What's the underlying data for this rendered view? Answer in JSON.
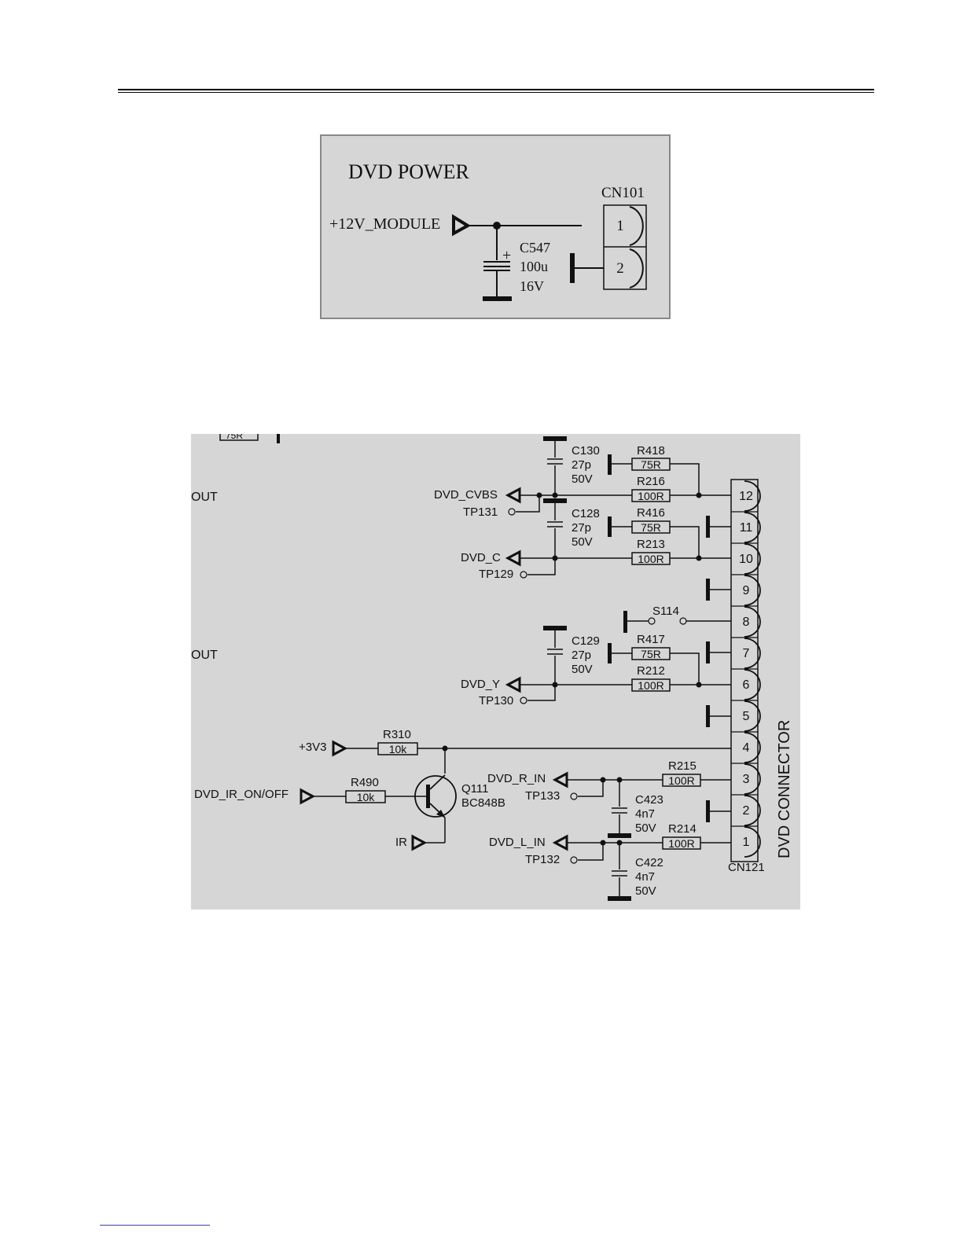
{
  "power": {
    "title": "DVD POWER",
    "supply": "+12V_MODULE",
    "connector": "CN101",
    "pins": [
      "1",
      "2"
    ],
    "cap": {
      "ref": "C547",
      "value": "100u",
      "voltage": "16V",
      "plus": "+"
    }
  },
  "dvd": {
    "cut_left": [
      "OUT",
      "OUT"
    ],
    "connector_ref": "CN121",
    "connector_name": "DVD CONNECTOR",
    "pins": [
      "12",
      "11",
      "10",
      "9",
      "8",
      "7",
      "6",
      "5",
      "4",
      "3",
      "2",
      "1"
    ],
    "signals": {
      "cvbs": "DVD_CVBS",
      "c": "DVD_C",
      "y": "DVD_Y",
      "r_in": "DVD_R_IN",
      "l_in": "DVD_L_IN",
      "v3v3": "+3V3",
      "ir_onoff": "DVD_IR_ON/OFF",
      "ir": "IR"
    },
    "testpoints": {
      "tp131": "TP131",
      "tp129": "TP129",
      "tp130": "TP130",
      "tp133": "TP133",
      "tp132": "TP132"
    },
    "resistors": {
      "r418": {
        "ref": "R418",
        "value": "75R"
      },
      "r216": {
        "ref": "R216",
        "value": "100R"
      },
      "r416": {
        "ref": "R416",
        "value": "75R"
      },
      "r213": {
        "ref": "R213",
        "value": "100R"
      },
      "r417": {
        "ref": "R417",
        "value": "75R"
      },
      "r212": {
        "ref": "R212",
        "value": "100R"
      },
      "r310": {
        "ref": "R310",
        "value": "10k"
      },
      "r490": {
        "ref": "R490",
        "value": "10k"
      },
      "r215": {
        "ref": "R215",
        "value": "100R"
      },
      "r214": {
        "ref": "R214",
        "value": "100R"
      }
    },
    "caps": {
      "c130": {
        "ref": "C130",
        "value": "27p",
        "voltage": "50V"
      },
      "c128": {
        "ref": "C128",
        "value": "27p",
        "voltage": "50V"
      },
      "c129": {
        "ref": "C129",
        "value": "27p",
        "voltage": "50V"
      },
      "c423": {
        "ref": "C423",
        "value": "4n7",
        "voltage": "50V"
      },
      "c422": {
        "ref": "C422",
        "value": "4n7",
        "voltage": "50V"
      }
    },
    "switch": "S114",
    "transistor": {
      "ref": "Q111",
      "part": "BC848B"
    },
    "partial_top": "75R"
  },
  "colors": {
    "panel_bg": "#d6d6d6",
    "line": "#111111",
    "page_rule": "#000000",
    "footnote_rule": "#2a3fd0"
  }
}
